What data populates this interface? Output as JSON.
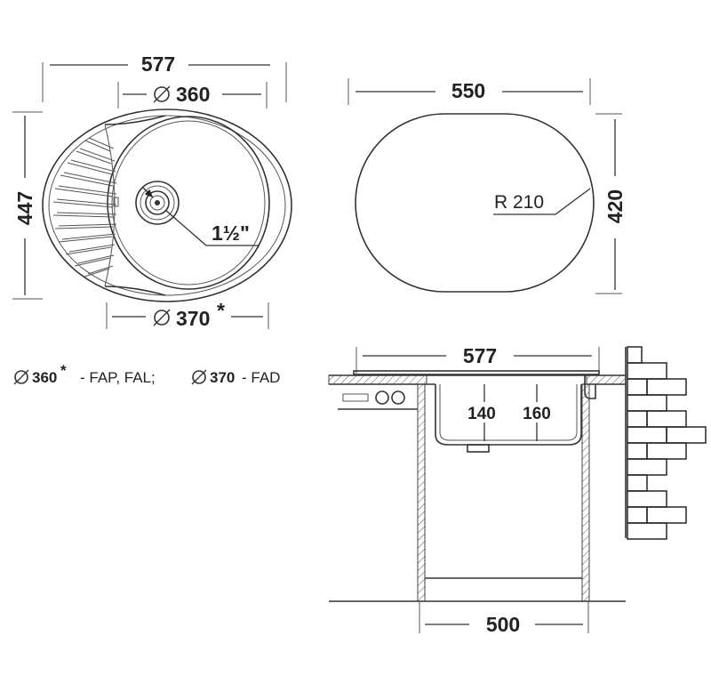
{
  "top_view": {
    "overall_width": "577",
    "overall_height": "447",
    "bowl_diameter_top": "360",
    "bowl_diameter_bottom": "370",
    "bottom_asterisk": "*",
    "drain_size": "1½\""
  },
  "outline_view": {
    "width": "550",
    "height": "420",
    "radius": "R 210"
  },
  "section_view": {
    "overall_width": "577",
    "depth_1": "140",
    "depth_2": "160",
    "cabinet_width": "500"
  },
  "note": {
    "a_value": "360",
    "a_star": "*",
    "a_models": "- FAP, FAL;",
    "b_value": "370",
    "b_models": "- FAD"
  },
  "colors": {
    "line": "#333333",
    "text": "#222222",
    "background": "#ffffff"
  },
  "icons": [
    "diameter-icon",
    "drain-strainer-icon",
    "hob-burner-icon"
  ]
}
